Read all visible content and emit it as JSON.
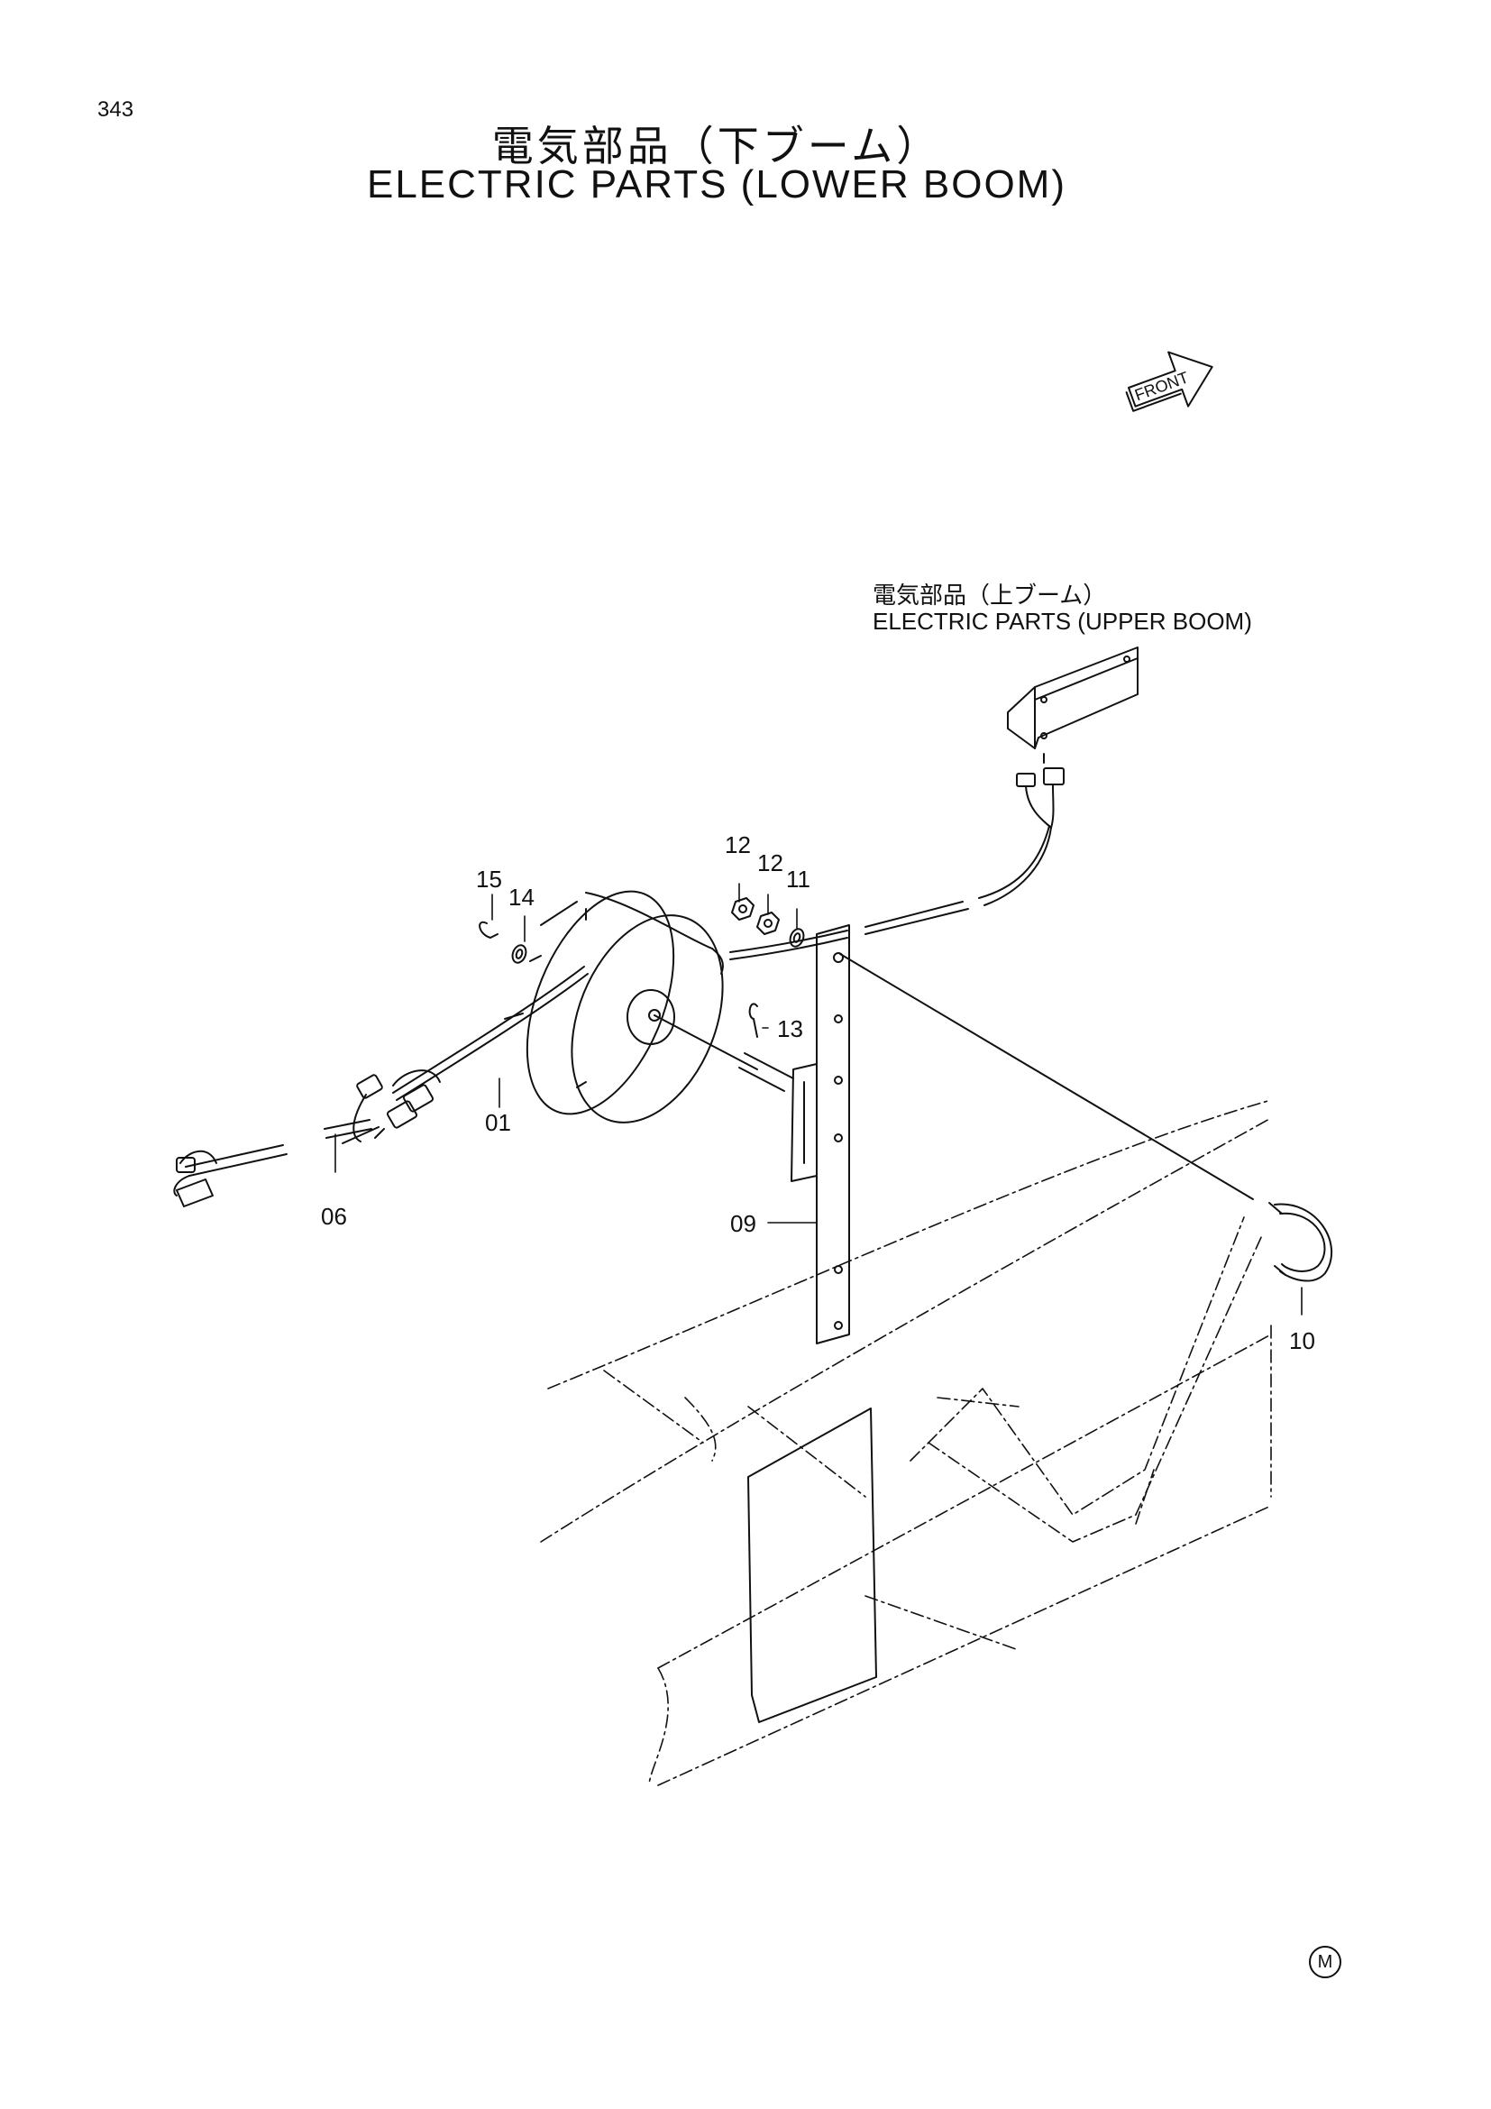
{
  "page": {
    "number": "343",
    "title_jp": "電気部品（下ブーム）",
    "title_en": "ELECTRIC PARTS (LOWER BOOM)"
  },
  "reference": {
    "title_jp": "電気部品（上ブーム）",
    "title_en": "ELECTRIC PARTS (UPPER BOOM)"
  },
  "front_label": "FRONT",
  "callouts": [
    "15",
    "14",
    "12",
    "12",
    "11",
    "13",
    "01",
    "06",
    "09",
    "10"
  ],
  "mark": "M"
}
